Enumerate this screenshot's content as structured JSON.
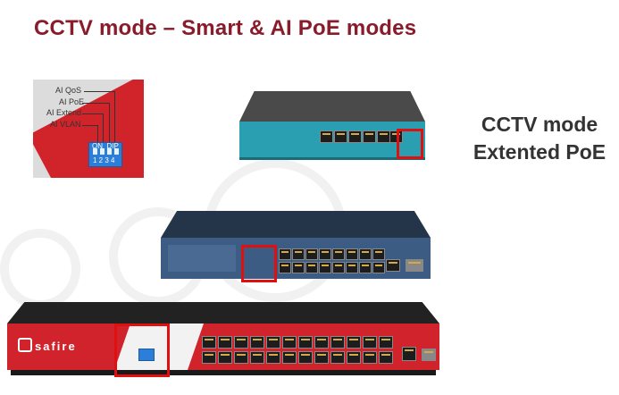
{
  "title": "CCTV mode – Smart & AI PoE modes",
  "side_label": {
    "line1": "CCTV mode",
    "line2": "Extented PoE"
  },
  "dip_panel": {
    "labels": [
      "AI QoS",
      "AI PoE",
      "AI Extend",
      "AI VLAN"
    ],
    "switch_header": "ON  DIP",
    "switch_numbers": "1 2 3 4"
  },
  "switch3": {
    "brand": "safire"
  },
  "colors": {
    "title": "#8a1b2b",
    "highlight": "#e01010",
    "brand_red": "#d1232a"
  }
}
